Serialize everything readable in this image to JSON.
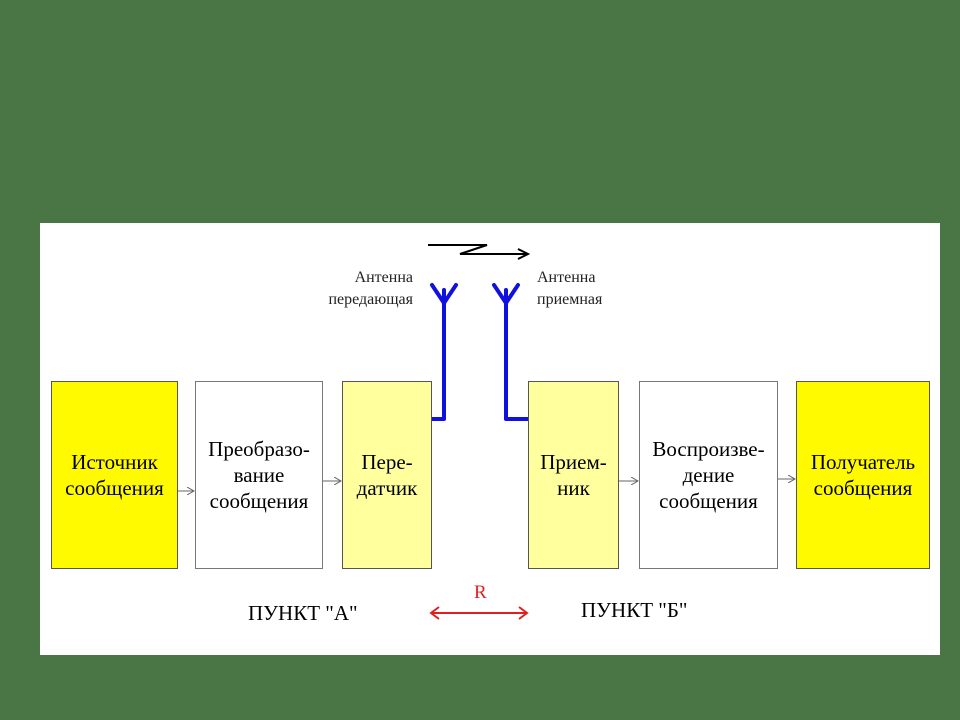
{
  "colors": {
    "background": "#4a7545",
    "block_bright": "#fffa00",
    "block_pale": "#ffff9e",
    "antenna": "#1010e0",
    "distance_arrow": "#e02020"
  },
  "blocks": {
    "source": "Источник\nсообщения",
    "conversion": "Преобразо-\nвание\nсообщения",
    "transmitter": "Пере-\nдатчик",
    "receiver": "Прием-\nник",
    "reproduction": "Воспроизве-\nдение\nсообщения",
    "recipient": "Получатель\nсообщения"
  },
  "antennas": {
    "transmitting": "Антенна\nпередающая",
    "receiving": "Антенна\nприемная"
  },
  "points": {
    "a": "ПУНКТ \"А\"",
    "b": "ПУНКТ \"Б\""
  },
  "distance_label": "R",
  "icons": [
    "antenna-icon",
    "radio-wave-arrow-icon",
    "double-arrow-icon"
  ]
}
